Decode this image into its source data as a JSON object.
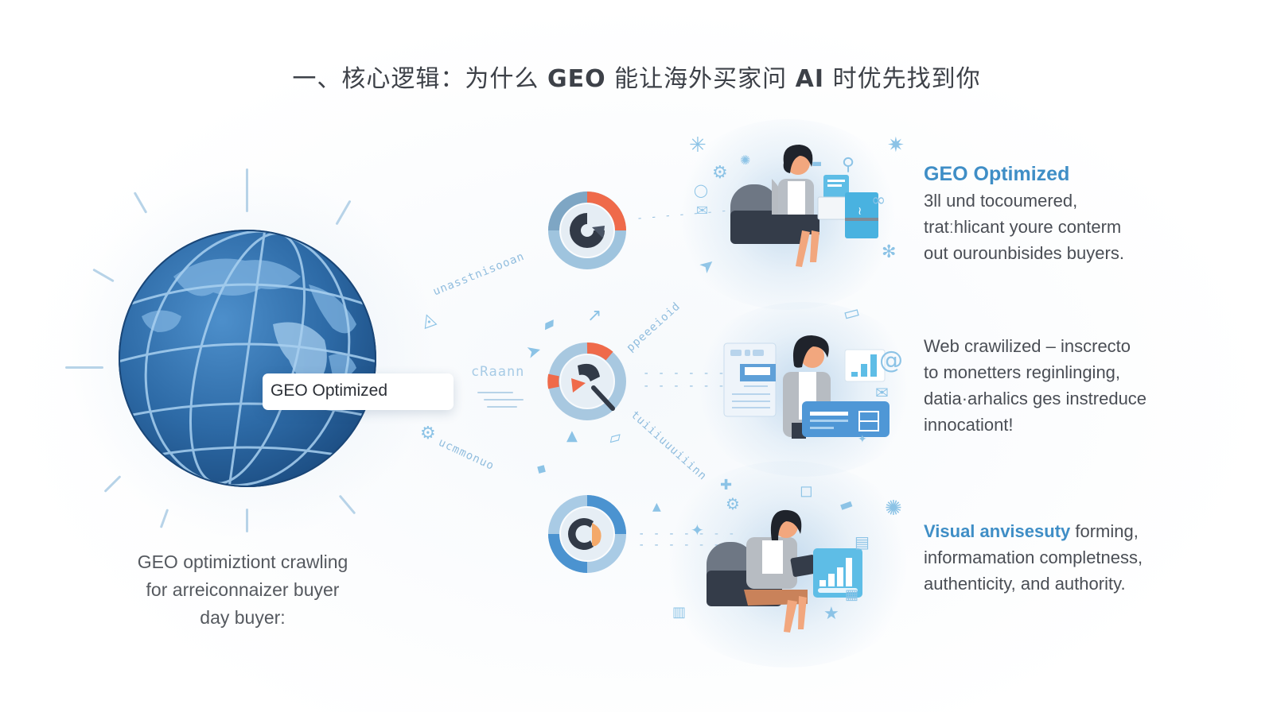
{
  "title": {
    "prefix": "一、核心逻辑：为什么 ",
    "geo": "GEO",
    "middle": " 能让海外买家问 ",
    "ai": "AI",
    "suffix": " 时优先找到你"
  },
  "globe": {
    "label": "GEO Optimized",
    "caption_lines": [
      "GEO optimiztiont crawling",
      "for arreiconnaizer buyer",
      "day buyer:"
    ]
  },
  "connectors": {
    "top_text": "unasstnisooan",
    "middle_text": "cRaann",
    "bottom_text": "ucmmonuo",
    "upper_right_text": "ppeeeioid",
    "lower_right_text": "tuiiiuuuiiinn"
  },
  "steps": [
    {
      "icon": "donut-chart-icon-c",
      "donut_colors": {
        "accent": "#ef6a4a",
        "ring_light": "#9fc4de",
        "ring_dark": "#7ea6c4",
        "core": "#323a47"
      },
      "heading": "GEO Optimized",
      "lines": [
        "3ll und tocoumered,",
        "tratːhlicant youre conterm",
        "out ourounbisides buyers."
      ]
    },
    {
      "icon": "donut-chart-icon-search",
      "donut_colors": {
        "accent": "#ef6a4a",
        "ring_light": "#a8c8e0",
        "ring_dark": "#8ab3d2",
        "core": "#323a47"
      },
      "lines": [
        "Web crawilized – inscrecto",
        "to monetters reginlinging,",
        "datia·arhalics ges instreduce",
        "innocationt!"
      ]
    },
    {
      "icon": "donut-chart-icon-c-orange",
      "donut_colors": {
        "accent": "#f4a96a",
        "ring_light": "#a9cbe5",
        "ring_dark": "#4b93d0",
        "core": "#323a47"
      },
      "highlight": "Visual anvisesuty",
      "lines": [
        " forming,",
        "informamation completness,",
        "authenticity, and authority."
      ]
    }
  ],
  "colors": {
    "accent_blue": "#3f8ec6",
    "light_blue": "#8cc3e6",
    "text_dark": "#3d4148",
    "text_body": "#4a4e55",
    "accent_red": "#ef6a4a",
    "globe_blue": "#2a6aa8"
  }
}
